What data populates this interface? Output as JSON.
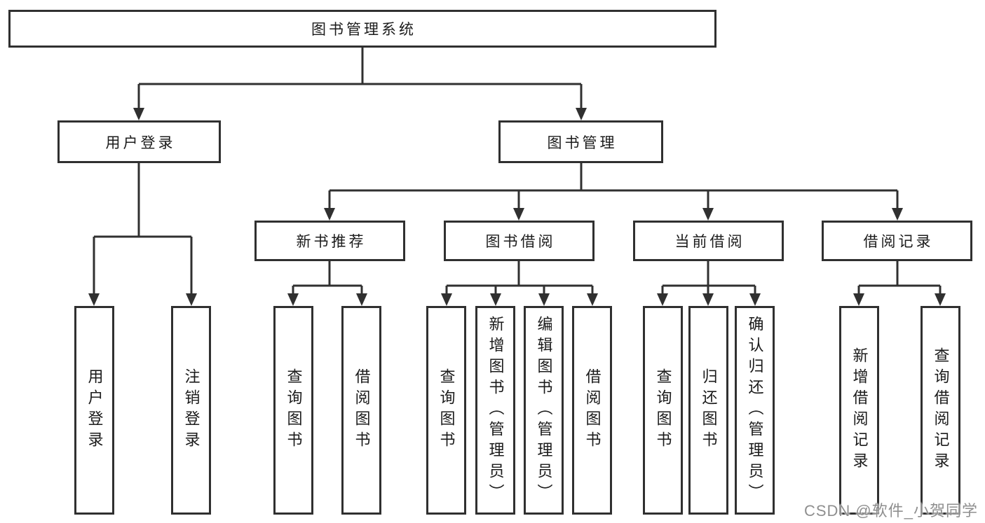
{
  "diagram_title": "图书管理系统",
  "tree": {
    "root": {
      "label": "图书管理系统"
    },
    "branches": [
      {
        "label": "用户登录",
        "children": [
          {
            "label": "用户登录"
          },
          {
            "label": "注销登录"
          }
        ]
      },
      {
        "label": "图书管理",
        "sections": [
          {
            "label": "新书推荐",
            "children": [
              {
                "label": "查询图书"
              },
              {
                "label": "借阅图书"
              }
            ]
          },
          {
            "label": "图书借阅",
            "children": [
              {
                "label": "查询图书"
              },
              {
                "label": "新增图书（管理员）"
              },
              {
                "label": "编辑图书（管理员）"
              },
              {
                "label": "借阅图书"
              }
            ]
          },
          {
            "label": "当前借阅",
            "children": [
              {
                "label": "查询图书"
              },
              {
                "label": "归还图书"
              },
              {
                "label": "确认归还（管理员）"
              }
            ]
          },
          {
            "label": "借阅记录",
            "children": [
              {
                "label": "新增借阅记录"
              },
              {
                "label": "查询借阅记录"
              }
            ]
          }
        ]
      }
    ]
  },
  "watermark": {
    "text": "CSDN @软件_小贺同学"
  },
  "colors": {
    "line": "#303030",
    "node_border": "#303030",
    "node_text": "#1b1b1b",
    "watermark_text": "#8f8f8f",
    "background": "#ffffff"
  }
}
